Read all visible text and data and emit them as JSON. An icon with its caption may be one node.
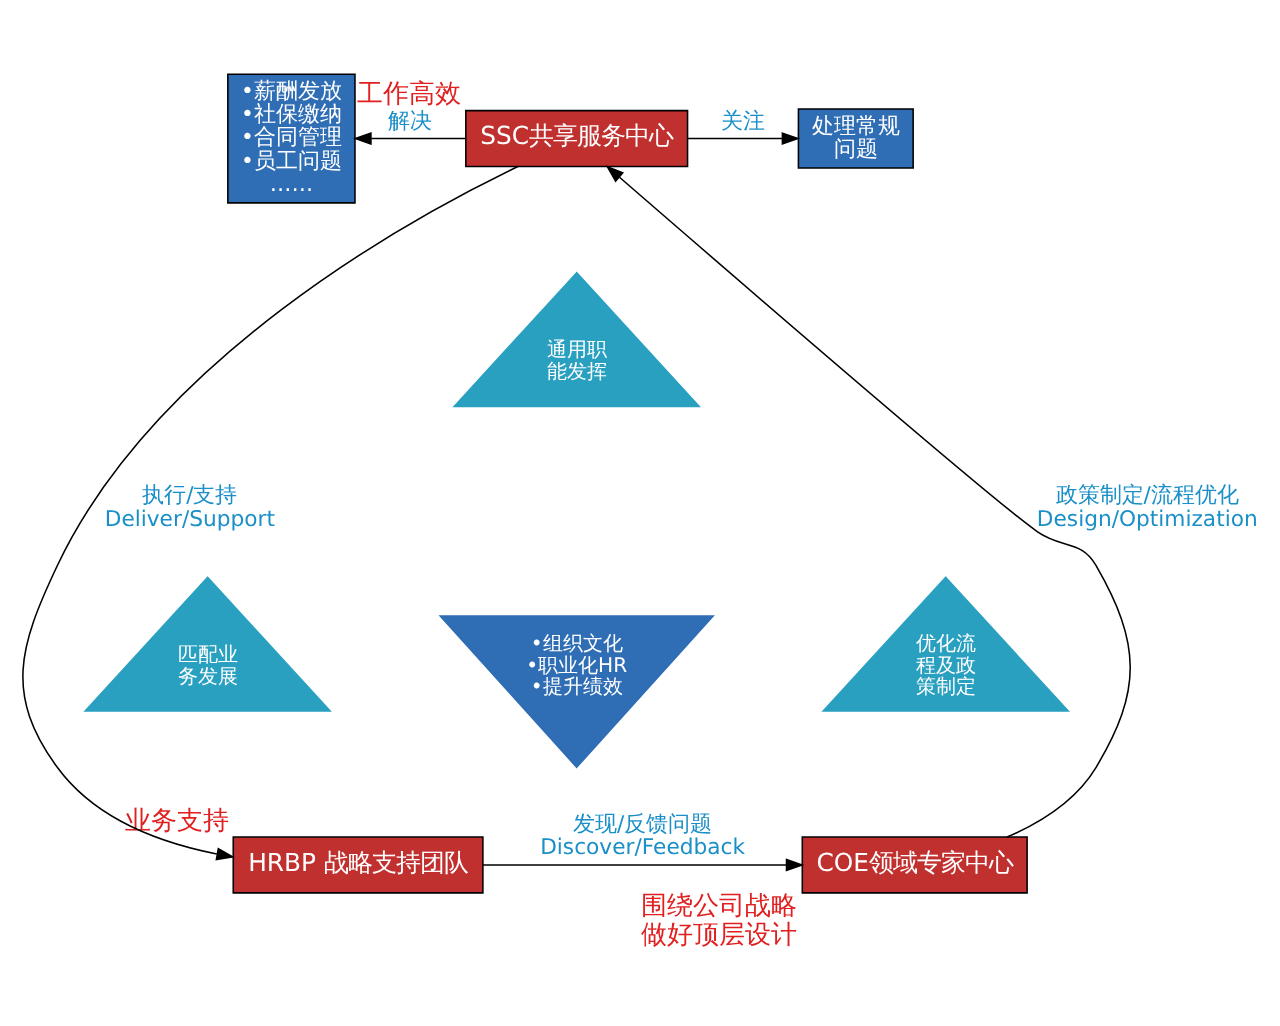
{
  "diagram": {
    "nodes": [
      {
        "text": [
          "SSC共享服务中心"
        ],
        "beside": [
          "工作高效"
        ]
      },
      {
        "text": [
          "•薪酬发放",
          "•社保缴纳",
          "•合同管理",
          "•员工问题",
          "……"
        ]
      },
      {
        "text": [
          "处理常规问题"
        ]
      },
      {
        "text": [
          "HRBP 战略支持团队"
        ],
        "beside": [
          "业务支持"
        ]
      },
      {
        "text": [
          "COE领域专家中心"
        ],
        "beside": [
          "围绕公司战略做好顶层设计"
        ]
      },
      {
        "text": [
          "通用职能发挥"
        ]
      },
      {
        "text": [
          "•组织文化",
          "•职业化HR",
          "•提升绩效"
        ]
      },
      {
        "text": [
          "匹配业务发展"
        ]
      },
      {
        "text": [
          "优化流程及政策制定"
        ]
      }
    ],
    "edges": [
      {
        "from": 0,
        "to": 1,
        "arrow": "to",
        "label": "解决"
      },
      {
        "from": 0,
        "to": 2,
        "arrow": "to",
        "label": "关注"
      },
      {
        "from": 0,
        "to": 3,
        "arrow": "to",
        "label": "执行/支持 Deliver/Support"
      },
      {
        "from": 3,
        "to": 4,
        "arrow": "to",
        "label": "发现/反馈问题 Discover/Feedback"
      },
      {
        "from": 4,
        "to": 0,
        "arrow": "to",
        "label": "政策制定/流程优化 Design/Optimization"
      }
    ]
  }
}
